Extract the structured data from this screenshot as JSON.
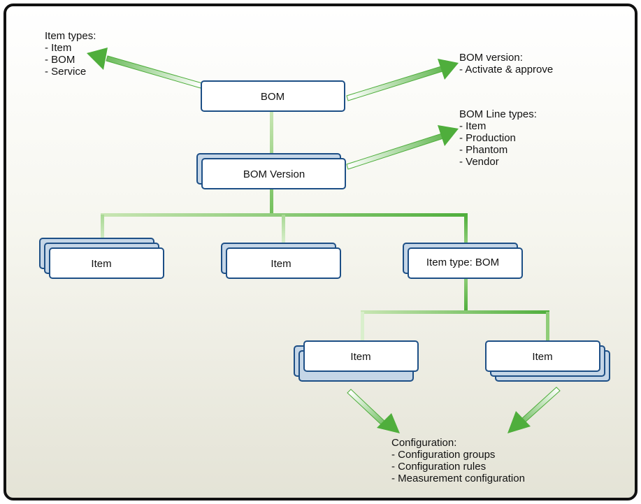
{
  "colors": {
    "box_border": "#1d4f86",
    "box_stack_fill": "#c5d6e7",
    "connector_green": "#5cb84a",
    "connector_light": "#c9e6b4"
  },
  "boxes": {
    "bom": "BOM",
    "bom_version": "BOM Version",
    "item_left": "Item",
    "item_middle": "Item",
    "item_type_bom": "Item type: BOM",
    "item_lower_left": "Item",
    "item_lower_right": "Item"
  },
  "notes": {
    "item_types": {
      "title": "Item types:",
      "lines": [
        "- Item",
        "- BOM",
        "- Service"
      ]
    },
    "bom_version": {
      "title": "BOM version:",
      "lines": [
        "- Activate & approve"
      ]
    },
    "bom_line_types": {
      "title": "BOM Line types:",
      "lines": [
        "- Item",
        "- Production",
        "- Phantom",
        "- Vendor"
      ]
    },
    "configuration": {
      "title": "Configuration:",
      "lines": [
        "- Configuration groups",
        "- Configuration rules",
        "- Measurement configuration"
      ]
    }
  }
}
